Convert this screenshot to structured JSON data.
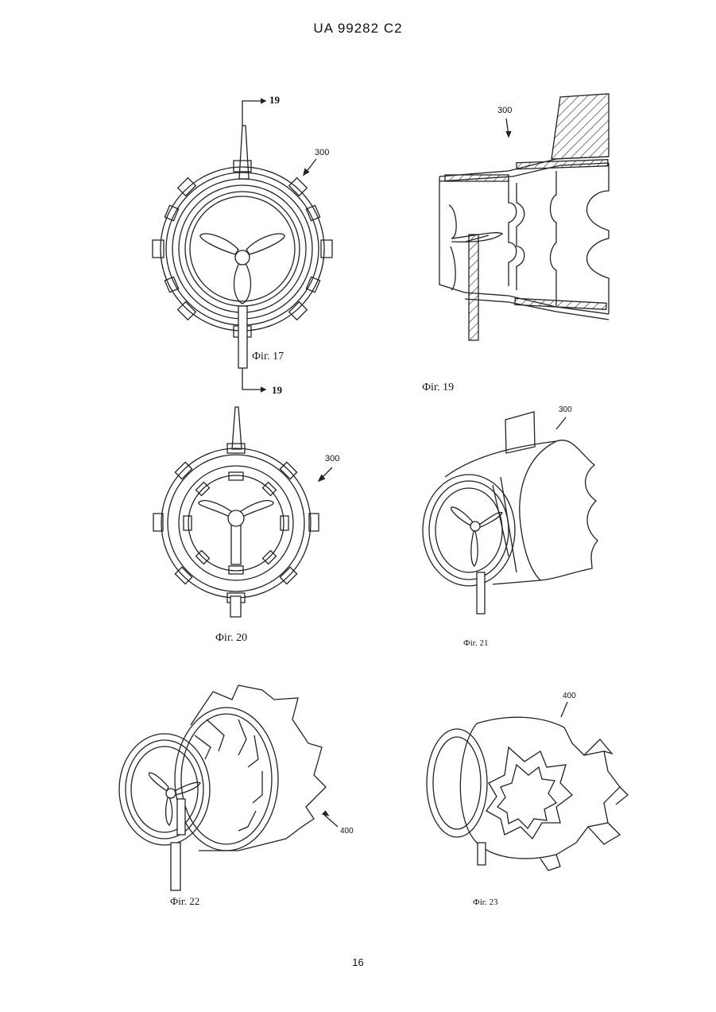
{
  "header": {
    "patent_number": "UA   99282   C2"
  },
  "page_number": "16",
  "figures": [
    {
      "id": "fig17",
      "caption": "Фіг. 17",
      "ref": "300",
      "section_top": "19",
      "section_bottom": "19"
    },
    {
      "id": "fig19",
      "caption": "Фіг. 19",
      "ref": "300"
    },
    {
      "id": "fig20",
      "caption": "Фіг. 20",
      "ref": "300"
    },
    {
      "id": "fig21",
      "caption": "Фіг. 21",
      "ref": "300"
    },
    {
      "id": "fig22",
      "caption": "Фіг. 22",
      "ref": "400"
    },
    {
      "id": "fig23",
      "caption": "Фіг. 23",
      "ref": "400"
    }
  ]
}
